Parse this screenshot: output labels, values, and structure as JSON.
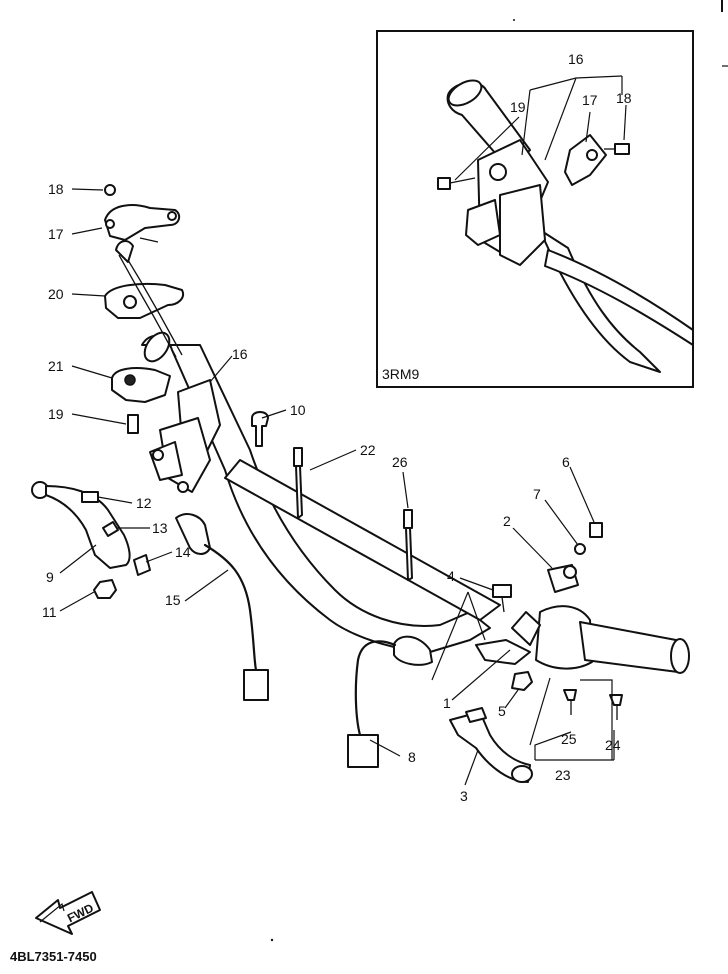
{
  "inset": {
    "label": "3RM9",
    "callouts": [
      "16",
      "19",
      "17",
      "18"
    ]
  },
  "callouts": [
    "18",
    "17",
    "20",
    "21",
    "16",
    "19",
    "10",
    "22",
    "26",
    "6",
    "7",
    "2",
    "12",
    "13",
    "14",
    "9",
    "11",
    "15",
    "4",
    "1",
    "5",
    "25",
    "24",
    "23",
    "8",
    "3"
  ],
  "fwd_label": "FWD",
  "diagram_code": "4BL7351-7450"
}
